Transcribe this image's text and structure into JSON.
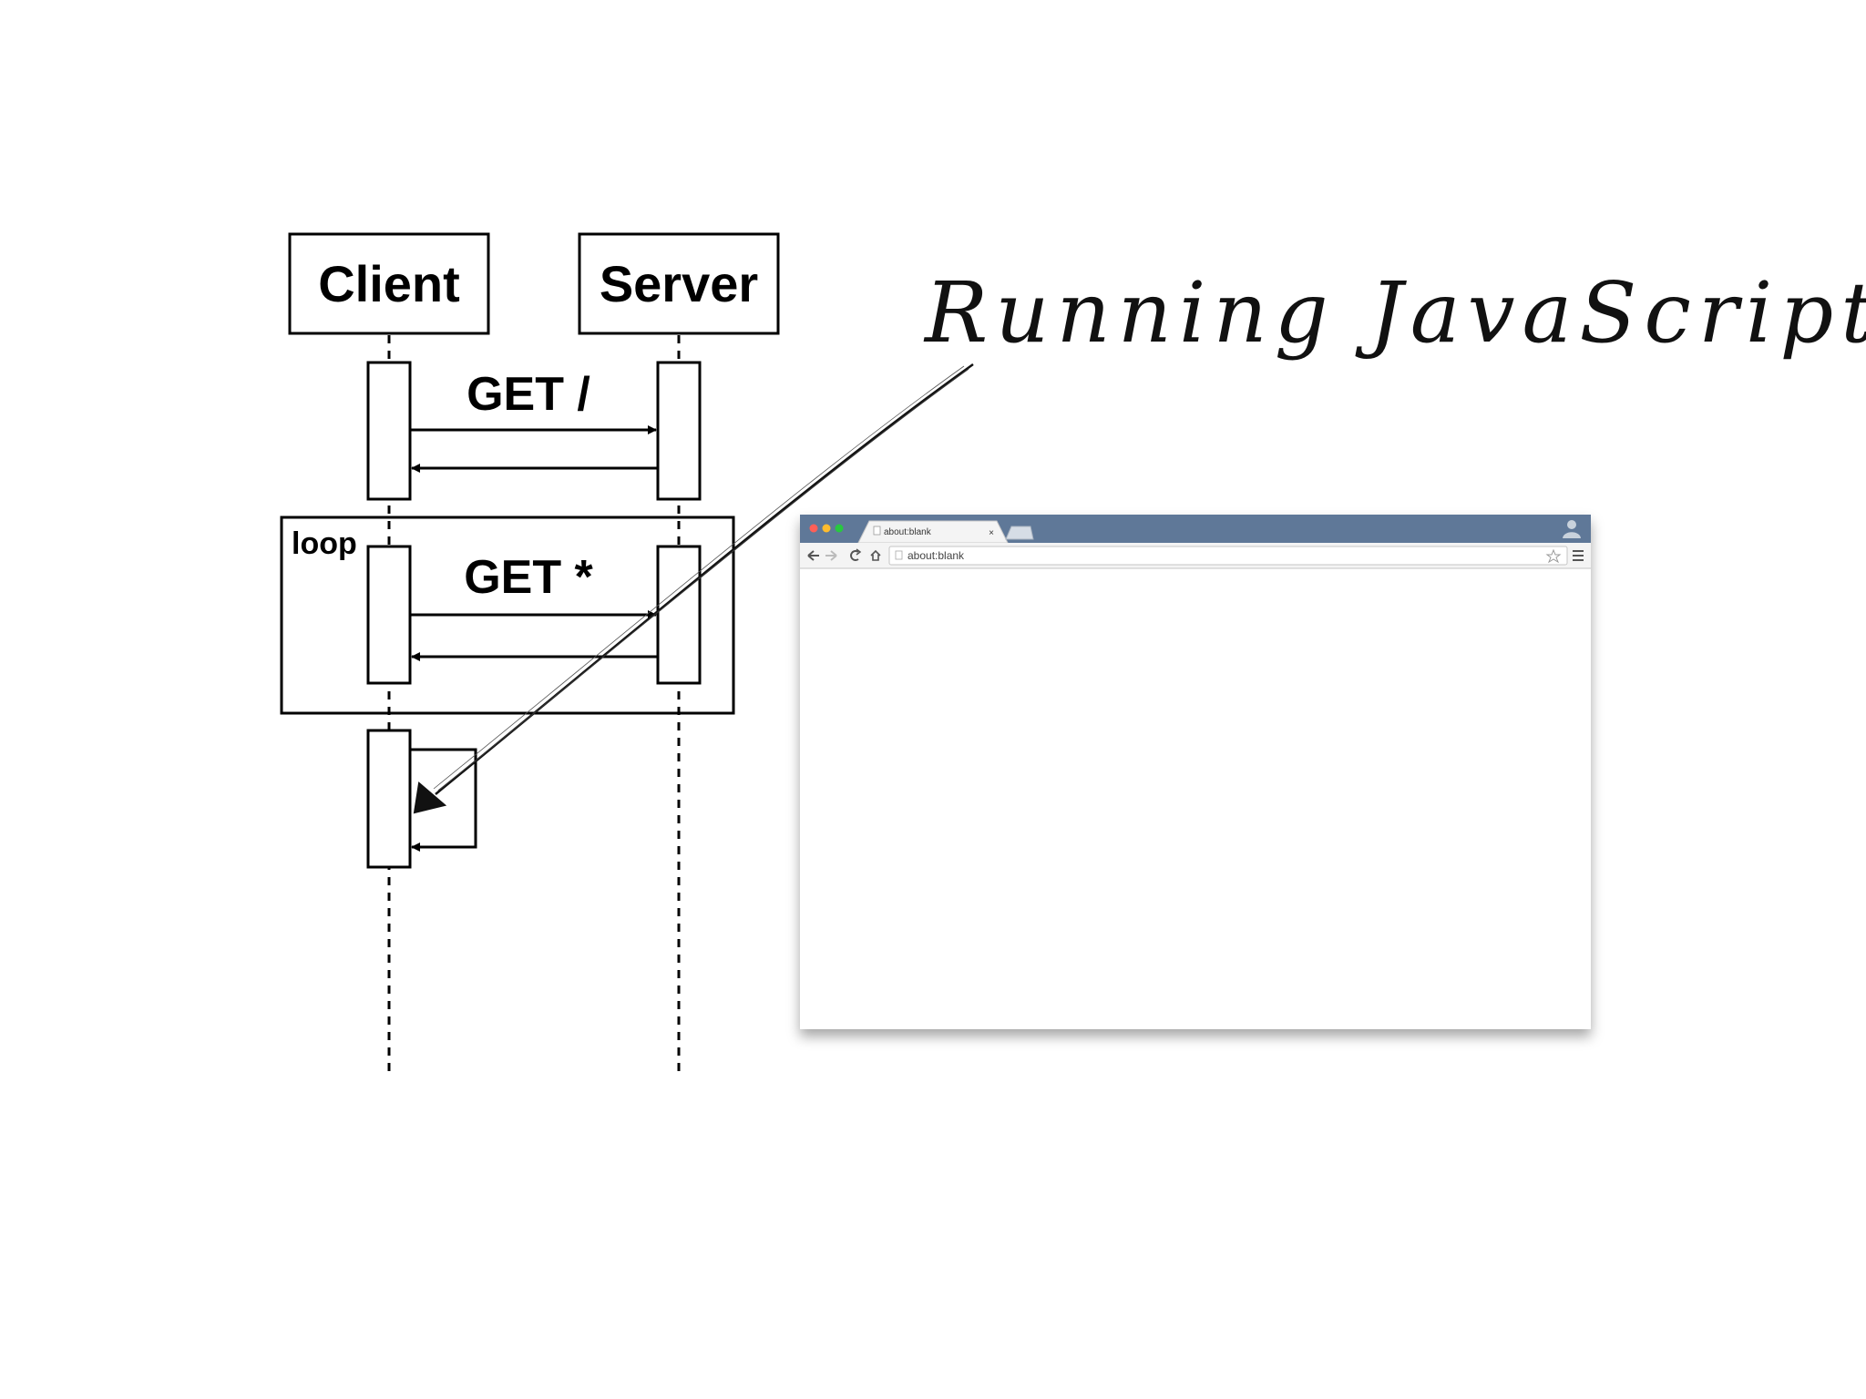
{
  "diagram": {
    "participants": {
      "client": "Client",
      "server": "Server"
    },
    "messages": {
      "first_request": "GET /",
      "loop_request": "GET *"
    },
    "loop_frame_label": "loop",
    "callout": "Running JavaScript"
  },
  "browser": {
    "tab_title": "about:blank",
    "tab_close": "×",
    "url": "about:blank",
    "icons": [
      "back-arrow-icon",
      "forward-arrow-icon",
      "reload-icon",
      "home-icon",
      "page-icon",
      "star-icon",
      "menu-icon",
      "profile-icon"
    ],
    "traffic_light_colors": [
      "#ff5f57",
      "#febc2e",
      "#28c840"
    ],
    "title_bar_color": "#5f7898"
  }
}
